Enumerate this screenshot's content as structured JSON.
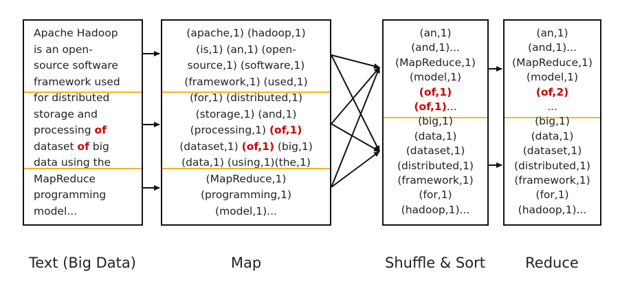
{
  "stages": {
    "text": {
      "caption": "Text (Big Data)",
      "lines": [
        [
          {
            "t": "Apache Hadoop"
          }
        ],
        [
          {
            "t": "is an open-"
          }
        ],
        [
          {
            "t": "source software"
          }
        ],
        [
          {
            "t": "framework used"
          }
        ],
        [
          {
            "t": "for distributed"
          }
        ],
        [
          {
            "t": "storage and"
          }
        ],
        [
          {
            "t": "processing "
          },
          {
            "t": "of",
            "hl": true
          }
        ],
        [
          {
            "t": "dataset "
          },
          {
            "t": "of",
            "hl": true
          },
          {
            "t": " big"
          }
        ],
        [
          {
            "t": "data using the"
          }
        ],
        [
          {
            "t": "MapReduce"
          }
        ],
        [
          {
            "t": "programming"
          }
        ],
        [
          {
            "t": "model..."
          }
        ]
      ]
    },
    "map": {
      "caption": "Map",
      "lines": [
        [
          {
            "t": "(apache,1) (hadoop,1)"
          }
        ],
        [
          {
            "t": "(is,1) (an,1) (open-"
          }
        ],
        [
          {
            "t": "source,1) (software,1)"
          }
        ],
        [
          {
            "t": "(framework,1) (used,1)"
          }
        ],
        [
          {
            "t": "(for,1) (distributed,1)"
          }
        ],
        [
          {
            "t": "(storage,1) (and,1)"
          }
        ],
        [
          {
            "t": "(processing,1) "
          },
          {
            "t": "(of,1)",
            "hl": true
          }
        ],
        [
          {
            "t": "(dataset,1) "
          },
          {
            "t": "(of,1)",
            "hl": true
          },
          {
            "t": " (big,1)"
          }
        ],
        [
          {
            "t": "(data,1) (using,1)(the,1)"
          }
        ],
        [
          {
            "t": "(MapReduce,1)"
          }
        ],
        [
          {
            "t": "(programming,1)"
          }
        ],
        [
          {
            "t": "(model,1)..."
          }
        ]
      ]
    },
    "shuffle": {
      "caption": "Shuffle & Sort",
      "lines": [
        [
          {
            "t": "(an,1)"
          }
        ],
        [
          {
            "t": "(and,1)..."
          }
        ],
        [
          {
            "t": "(MapReduce,1)"
          }
        ],
        [
          {
            "t": "(model,1)"
          }
        ],
        [
          {
            "t": "(of,1)",
            "hl": true
          }
        ],
        [
          {
            "t": "(of,1)",
            "hl": true
          },
          {
            "t": "..."
          }
        ],
        [
          {
            "t": "(big,1)"
          }
        ],
        [
          {
            "t": "(data,1)"
          }
        ],
        [
          {
            "t": "(dataset,1)"
          }
        ],
        [
          {
            "t": "(distributed,1)"
          }
        ],
        [
          {
            "t": "(framework,1)"
          }
        ],
        [
          {
            "t": "(for,1)"
          }
        ],
        [
          {
            "t": "(hadoop,1)..."
          }
        ]
      ]
    },
    "reduce": {
      "caption": "Reduce",
      "lines": [
        [
          {
            "t": "(an,1)"
          }
        ],
        [
          {
            "t": "(and,1)..."
          }
        ],
        [
          {
            "t": "(MapReduce,1)"
          }
        ],
        [
          {
            "t": "(model,1)"
          }
        ],
        [
          {
            "t": "(of,2)",
            "hl": true
          }
        ],
        [
          {
            "t": "..."
          }
        ],
        [
          {
            "t": "(big,1)"
          }
        ],
        [
          {
            "t": "(data,1)"
          }
        ],
        [
          {
            "t": "(dataset,1)"
          }
        ],
        [
          {
            "t": "(distributed,1)"
          }
        ],
        [
          {
            "t": "(framework,1)"
          }
        ],
        [
          {
            "t": "(for,1)"
          }
        ],
        [
          {
            "t": "(hadoop,1)..."
          }
        ]
      ]
    }
  }
}
